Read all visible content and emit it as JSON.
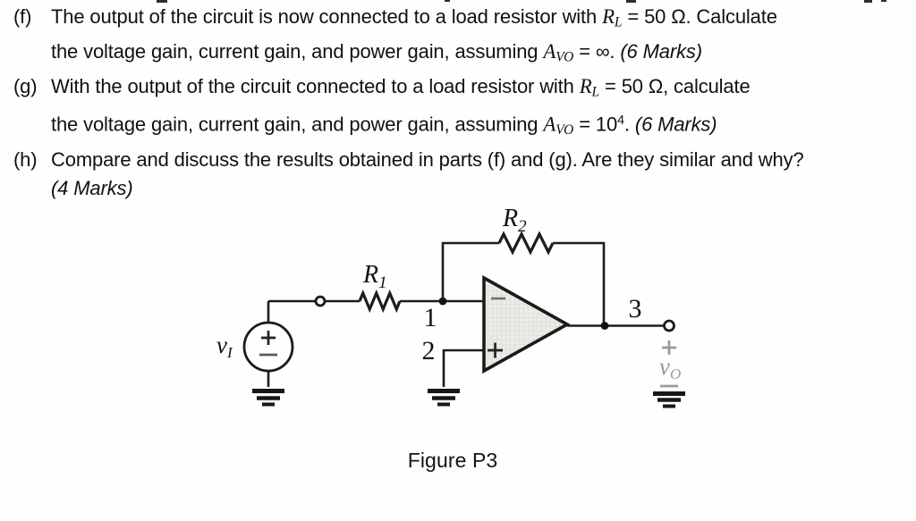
{
  "colors": {
    "text": "#111111",
    "wire": "#1c1c1c",
    "opamp_fill": "#ebebe7",
    "muted_label": "#9a9a9a"
  },
  "problem": {
    "lines": [
      {
        "label": "(f)",
        "segments": [
          {
            "style": "plain",
            "text": "The output of the circuit is now connected to a load resistor with "
          },
          {
            "style": "var",
            "text": "R"
          },
          {
            "style": "sub",
            "text": "L"
          },
          {
            "style": "plain",
            "text": " = 50 Ω. Calculate"
          }
        ]
      },
      {
        "label": "",
        "segments": [
          {
            "style": "plain",
            "text": "the voltage gain, current gain, and power gain, assuming "
          },
          {
            "style": "var",
            "text": "A"
          },
          {
            "style": "sub",
            "text": "VO"
          },
          {
            "style": "plain",
            "text": " = ∞. "
          },
          {
            "style": "italic",
            "text": "(6 Marks)"
          }
        ]
      },
      {
        "label": "(g)",
        "segments": [
          {
            "style": "plain",
            "text": "With the output of the circuit connected to a load resistor with "
          },
          {
            "style": "var",
            "text": "R"
          },
          {
            "style": "sub",
            "text": "L"
          },
          {
            "style": "plain",
            "text": " = 50 Ω, calculate"
          }
        ]
      },
      {
        "label": "",
        "segments": [
          {
            "style": "plain",
            "text": "the voltage gain, current gain, and power gain, assuming "
          },
          {
            "style": "var",
            "text": "A"
          },
          {
            "style": "sub",
            "text": "VO"
          },
          {
            "style": "plain",
            "text": " = 10"
          },
          {
            "style": "sup",
            "text": "4"
          },
          {
            "style": "plain",
            "text": ". "
          },
          {
            "style": "italic",
            "text": "(6 Marks)"
          }
        ]
      },
      {
        "label": "(h)",
        "segments": [
          {
            "style": "plain",
            "text": "Compare and discuss the results obtained in parts (f) and (g). Are they similar and why?"
          }
        ]
      },
      {
        "label": "",
        "segments": [
          {
            "style": "italic",
            "text": "(4 Marks)"
          }
        ]
      }
    ]
  },
  "figure": {
    "caption": "Figure P3",
    "labels": {
      "r1_base": "R",
      "r1_sub": "1",
      "r2_base": "R",
      "r2_sub": "2",
      "node1": "1",
      "node2": "2",
      "node3": "3",
      "vin_base": "v",
      "vin_sub": "I",
      "vout_base": "v",
      "vout_sub": "O"
    }
  }
}
